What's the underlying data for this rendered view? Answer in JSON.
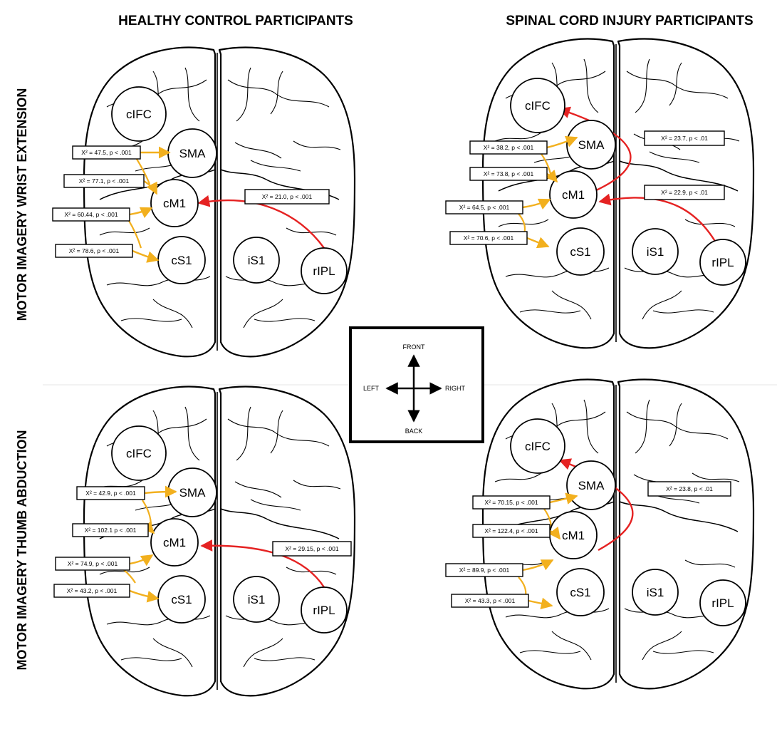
{
  "columns": [
    "HEALTHY CONTROL PARTICIPANTS",
    "SPINAL CORD INJURY PARTICIPANTS"
  ],
  "rows": [
    "MOTOR IMAGERY WRIST EXTENSION",
    "MOTOR IMAGERY THUMB ABDUCTION"
  ],
  "compass": {
    "front": "FRONT",
    "back": "BACK",
    "left": "LEFT",
    "right": "RIGHT"
  },
  "nodes": {
    "cIFC": "cIFC",
    "SMA": "SMA",
    "cM1": "cM1",
    "cS1": "cS1",
    "iS1": "iS1",
    "rIPL": "rIPL"
  },
  "colors": {
    "within_hemisphere_edge": "#f2b01e",
    "cross_hemisphere_edge": "#e52222",
    "outline": "#000000"
  },
  "panels": [
    {
      "id": "hc-wrist",
      "left_edges": [
        {
          "to": "SMA",
          "label": "X² = 47.5, p < .001"
        },
        {
          "to": "cM1",
          "label": "X² = 77.1, p < .001"
        },
        {
          "to": "cM1",
          "label": "X² = 60.44, p < .001"
        },
        {
          "to": "cS1",
          "label": "X² = 78.6, p < .001"
        }
      ],
      "right_edges": [
        {
          "from": "rIPL",
          "to": "cM1",
          "label": "X² = 21.0, p < .001"
        }
      ]
    },
    {
      "id": "sci-wrist",
      "left_edges": [
        {
          "to": "SMA",
          "label": "X² = 38.2, p < .001"
        },
        {
          "to": "cM1",
          "label": "X² = 73.8, p < .001"
        },
        {
          "to": "cM1",
          "label": "X² = 64.5, p < .001"
        },
        {
          "to": "cS1",
          "label": "X² = 70.6, p < .001"
        }
      ],
      "right_edges": [
        {
          "from": "cM1",
          "to": "cIFC",
          "label": "X² = 23.7, p < .01"
        },
        {
          "from": "rIPL",
          "to": "cM1",
          "label": "X² = 22.9, p < .01"
        }
      ]
    },
    {
      "id": "hc-thumb",
      "left_edges": [
        {
          "to": "SMA",
          "label": "X² = 42.9, p < .001"
        },
        {
          "to": "cM1",
          "label": "X² = 102.1 p < .001"
        },
        {
          "to": "cM1",
          "label": "X² = 74.9, p < .001"
        },
        {
          "to": "cS1",
          "label": "X² = 43.2, p < .001"
        }
      ],
      "right_edges": [
        {
          "from": "rIPL",
          "to": "cM1",
          "label": "X² = 29.15, p < .001"
        }
      ]
    },
    {
      "id": "sci-thumb",
      "left_edges": [
        {
          "to": "SMA",
          "label": "X² = 70.15, p < .001"
        },
        {
          "to": "cM1",
          "label": "X² = 122.4, p < .001"
        },
        {
          "to": "cM1",
          "label": "X² = 89.9, p < .001"
        },
        {
          "to": "cS1",
          "label": "X² = 43.3, p < .001"
        }
      ],
      "right_edges": [
        {
          "from": "cM1",
          "to": "cIFC",
          "label": "X² = 23.8, p < .01"
        }
      ]
    }
  ]
}
